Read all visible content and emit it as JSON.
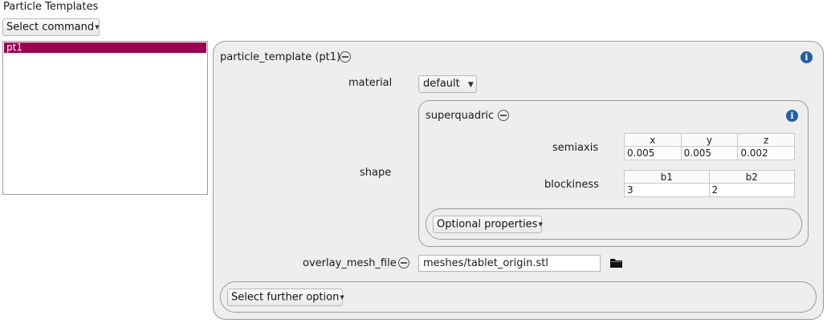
{
  "header": {
    "title": "Particle Templates",
    "select_command": "Select command"
  },
  "list": {
    "items": [
      "pt1"
    ]
  },
  "template_panel": {
    "title": "particle_template (pt1)",
    "material_label": "material",
    "material_value": "default",
    "shape_label": "shape",
    "superquadric": {
      "title": "superquadric",
      "semiaxis_label": "semiaxis",
      "semiaxis_headers": [
        "x",
        "y",
        "z"
      ],
      "semiaxis_values": [
        "0.005",
        "0.005",
        "0.002"
      ],
      "blockiness_label": "blockiness",
      "blockiness_headers": [
        "b1",
        "b2"
      ],
      "blockiness_values": [
        "3",
        "2"
      ],
      "optional_properties": "Optional properties"
    },
    "overlay_label": "overlay_mesh_file",
    "overlay_value": "meshes/tablet_origin.stl",
    "select_further": "Select further option"
  },
  "icons": [
    "minus-circle-icon",
    "info-icon",
    "folder-icon",
    "caret-down-icon"
  ],
  "colors": {
    "selection": "#9b0051",
    "info": "#1f5fa6",
    "panel": "#eeeeee"
  }
}
